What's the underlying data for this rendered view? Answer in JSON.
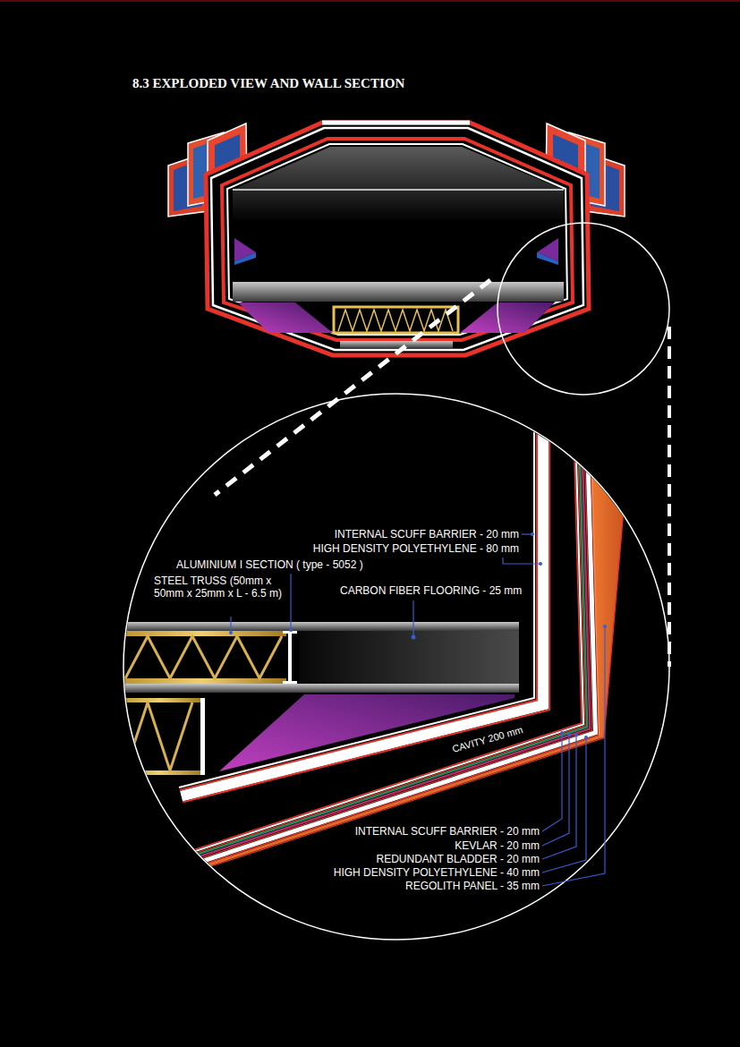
{
  "diagram": {
    "title": "8.3 EXPLODED VIEW AND WALL SECTION",
    "labels": [
      "INTERNAL SCUFF BARRIER - 20 mm",
      "HIGH DENSITY POLYETHYLENE - 80 mm",
      "ALUMINIUM I SECTION ( type - 5052 )",
      "STEEL TRUSS (50mm x 50mm x 25mm x L - 6.5 m)",
      "CARBON FIBER FLOORING - 25 mm",
      "CAVITY 200 mm",
      "INTERNAL SCUFF BARRIER - 20 mm",
      "KEVLAR - 20 mm",
      "REDUNDANT BLADDER - 20 mm",
      "HIGH DENSITY POLYETHYLENE - 40 mm",
      "REGOLITH PANEL - 35 mm"
    ]
  }
}
